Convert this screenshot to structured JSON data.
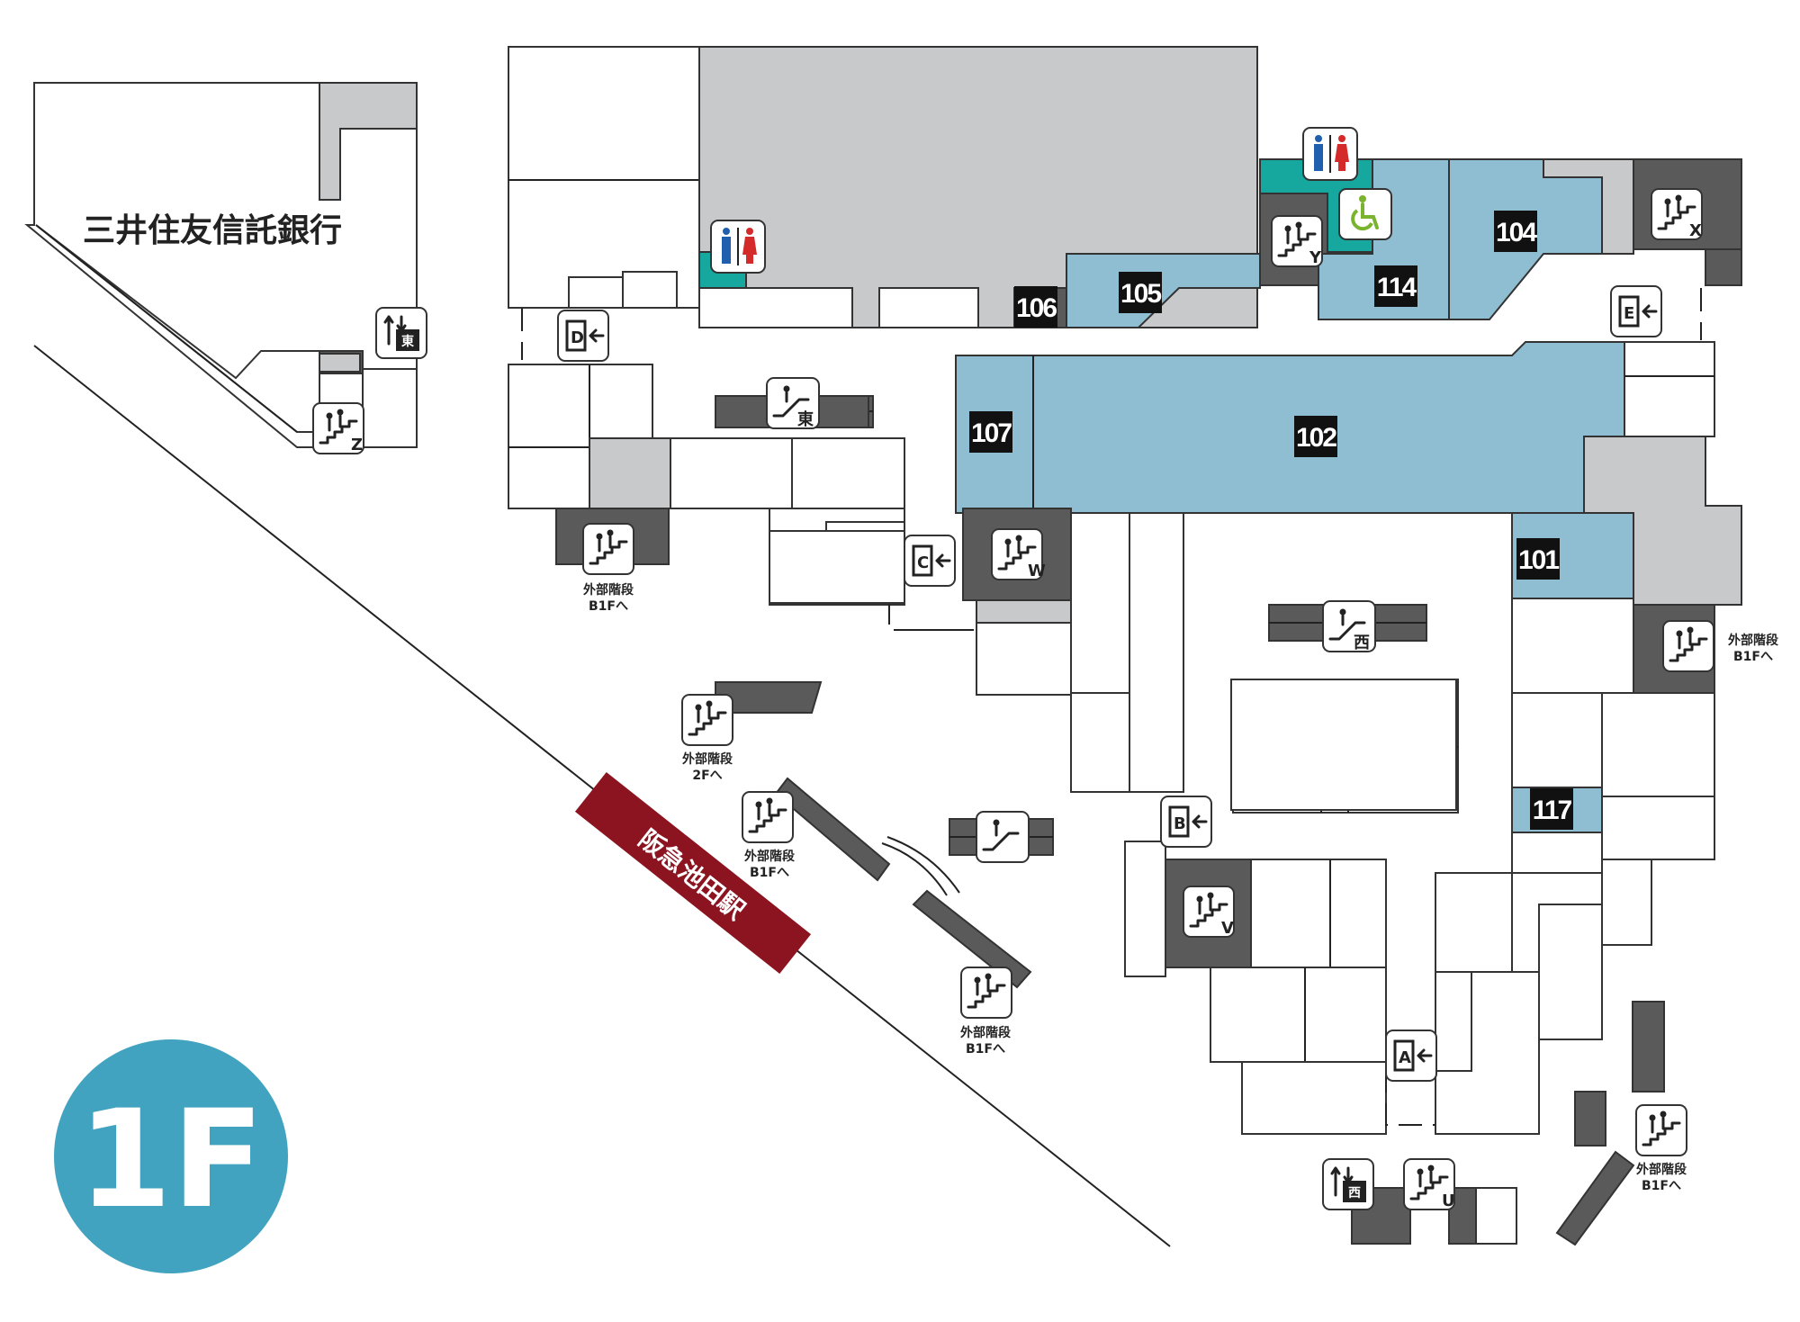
{
  "floor": "1F",
  "station": "阪急池田駅",
  "bank": "三井住友信託銀行",
  "colors": {
    "shop": "#8fbdd1",
    "service": "#c8c9cb",
    "stairs": "#5a5a5a",
    "restroom": "#16a79f",
    "station": "#8b1420",
    "floor_badge": "#41a3bf",
    "male_icon": "#1f5fae",
    "female_icon": "#d42a2a",
    "accessible_icon": "#7ab32e"
  },
  "shops": [
    {
      "id": "s102",
      "label": "102"
    },
    {
      "id": "s101",
      "label": "101"
    },
    {
      "id": "s104",
      "label": "104"
    },
    {
      "id": "s105",
      "label": "105"
    },
    {
      "id": "s106",
      "label": "106"
    },
    {
      "id": "s107",
      "label": "107"
    },
    {
      "id": "s114",
      "label": "114"
    },
    {
      "id": "s117",
      "label": "117"
    }
  ],
  "entrances": {
    "A": "A",
    "B": "B",
    "C": "C",
    "D": "D",
    "E": "E"
  },
  "stairs": {
    "U": "U",
    "V": "V",
    "W": "W",
    "X": "X",
    "Y": "Y",
    "Z": "Z"
  },
  "escalators": {
    "east": "東",
    "west": "西"
  },
  "elevators": {
    "east": "東",
    "west": "西"
  },
  "ext_stairs": {
    "line1": "外部階段",
    "b1f": "B1Fへ",
    "f2": "2Fへ"
  }
}
